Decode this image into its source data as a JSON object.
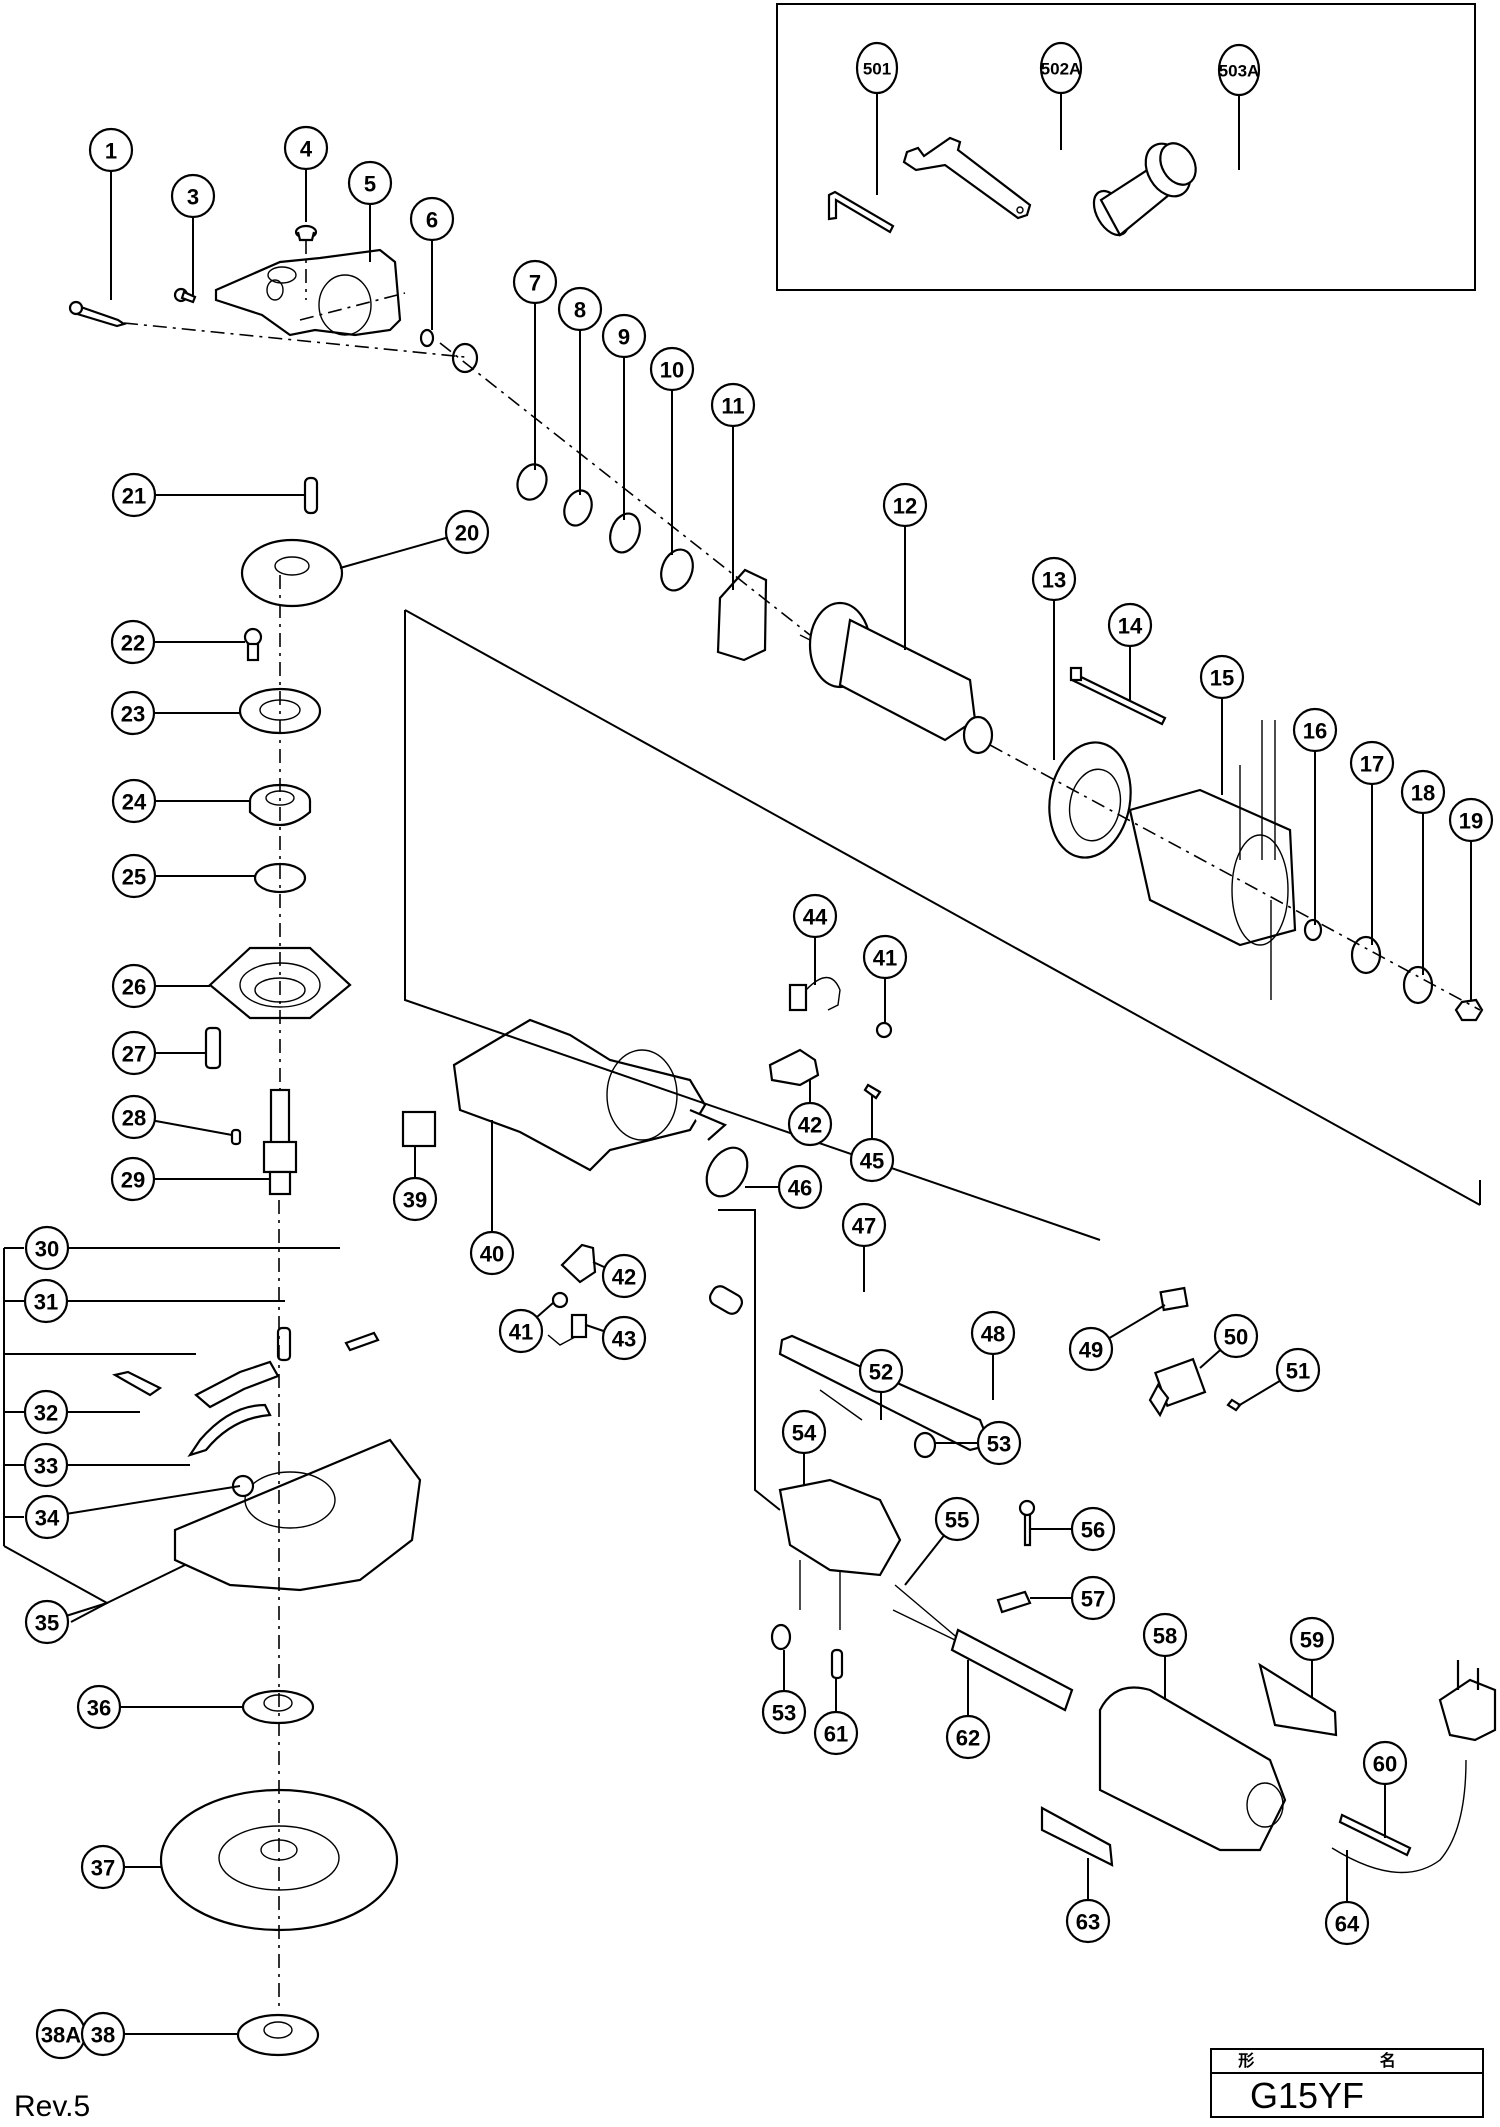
{
  "document": {
    "type": "exploded-parts-diagram",
    "revision_label": "Rev.5",
    "title_block": {
      "header": "形 名",
      "model": "G15YF"
    }
  },
  "accessories": [
    {
      "ref": "501",
      "icon": "hex-key-icon"
    },
    {
      "ref": "502A",
      "icon": "pin-wrench-icon"
    },
    {
      "ref": "503A",
      "icon": "side-handle-icon"
    }
  ],
  "callouts": [
    {
      "ref": "1"
    },
    {
      "ref": "3"
    },
    {
      "ref": "4"
    },
    {
      "ref": "5"
    },
    {
      "ref": "6"
    },
    {
      "ref": "7"
    },
    {
      "ref": "8"
    },
    {
      "ref": "9"
    },
    {
      "ref": "10"
    },
    {
      "ref": "11"
    },
    {
      "ref": "12"
    },
    {
      "ref": "13"
    },
    {
      "ref": "14"
    },
    {
      "ref": "15"
    },
    {
      "ref": "16"
    },
    {
      "ref": "17"
    },
    {
      "ref": "18"
    },
    {
      "ref": "19"
    },
    {
      "ref": "20"
    },
    {
      "ref": "21"
    },
    {
      "ref": "22"
    },
    {
      "ref": "23"
    },
    {
      "ref": "24"
    },
    {
      "ref": "25"
    },
    {
      "ref": "26"
    },
    {
      "ref": "27"
    },
    {
      "ref": "28"
    },
    {
      "ref": "29"
    },
    {
      "ref": "30"
    },
    {
      "ref": "31"
    },
    {
      "ref": "32"
    },
    {
      "ref": "33"
    },
    {
      "ref": "34"
    },
    {
      "ref": "35"
    },
    {
      "ref": "36"
    },
    {
      "ref": "37"
    },
    {
      "ref": "38A"
    },
    {
      "ref": "38"
    },
    {
      "ref": "39"
    },
    {
      "ref": "40"
    },
    {
      "ref": "41"
    },
    {
      "ref": "42"
    },
    {
      "ref": "44"
    },
    {
      "ref": "45"
    },
    {
      "ref": "46"
    },
    {
      "ref": "41"
    },
    {
      "ref": "42"
    },
    {
      "ref": "43"
    },
    {
      "ref": "47"
    },
    {
      "ref": "48"
    },
    {
      "ref": "49"
    },
    {
      "ref": "50"
    },
    {
      "ref": "51"
    },
    {
      "ref": "52"
    },
    {
      "ref": "53"
    },
    {
      "ref": "54"
    },
    {
      "ref": "55"
    },
    {
      "ref": "56"
    },
    {
      "ref": "57"
    },
    {
      "ref": "58"
    },
    {
      "ref": "59"
    },
    {
      "ref": "60"
    },
    {
      "ref": "61"
    },
    {
      "ref": "62"
    },
    {
      "ref": "63"
    },
    {
      "ref": "64"
    },
    {
      "ref": "53"
    }
  ]
}
